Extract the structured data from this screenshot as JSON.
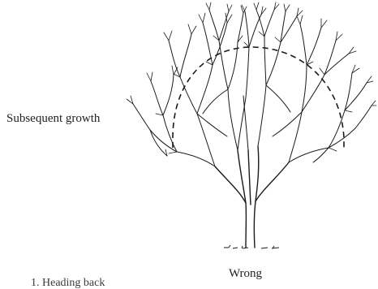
{
  "labels": {
    "subsequent_growth": "Subsequent growth",
    "wrong": "Wrong",
    "cut_off_fragment": "1. Heading back"
  },
  "colors": {
    "ink": "#1a1a1a",
    "background": "#ffffff"
  },
  "icons": {
    "tree": "tree-illustration-icon",
    "outline": "dashed-crown-outline"
  }
}
